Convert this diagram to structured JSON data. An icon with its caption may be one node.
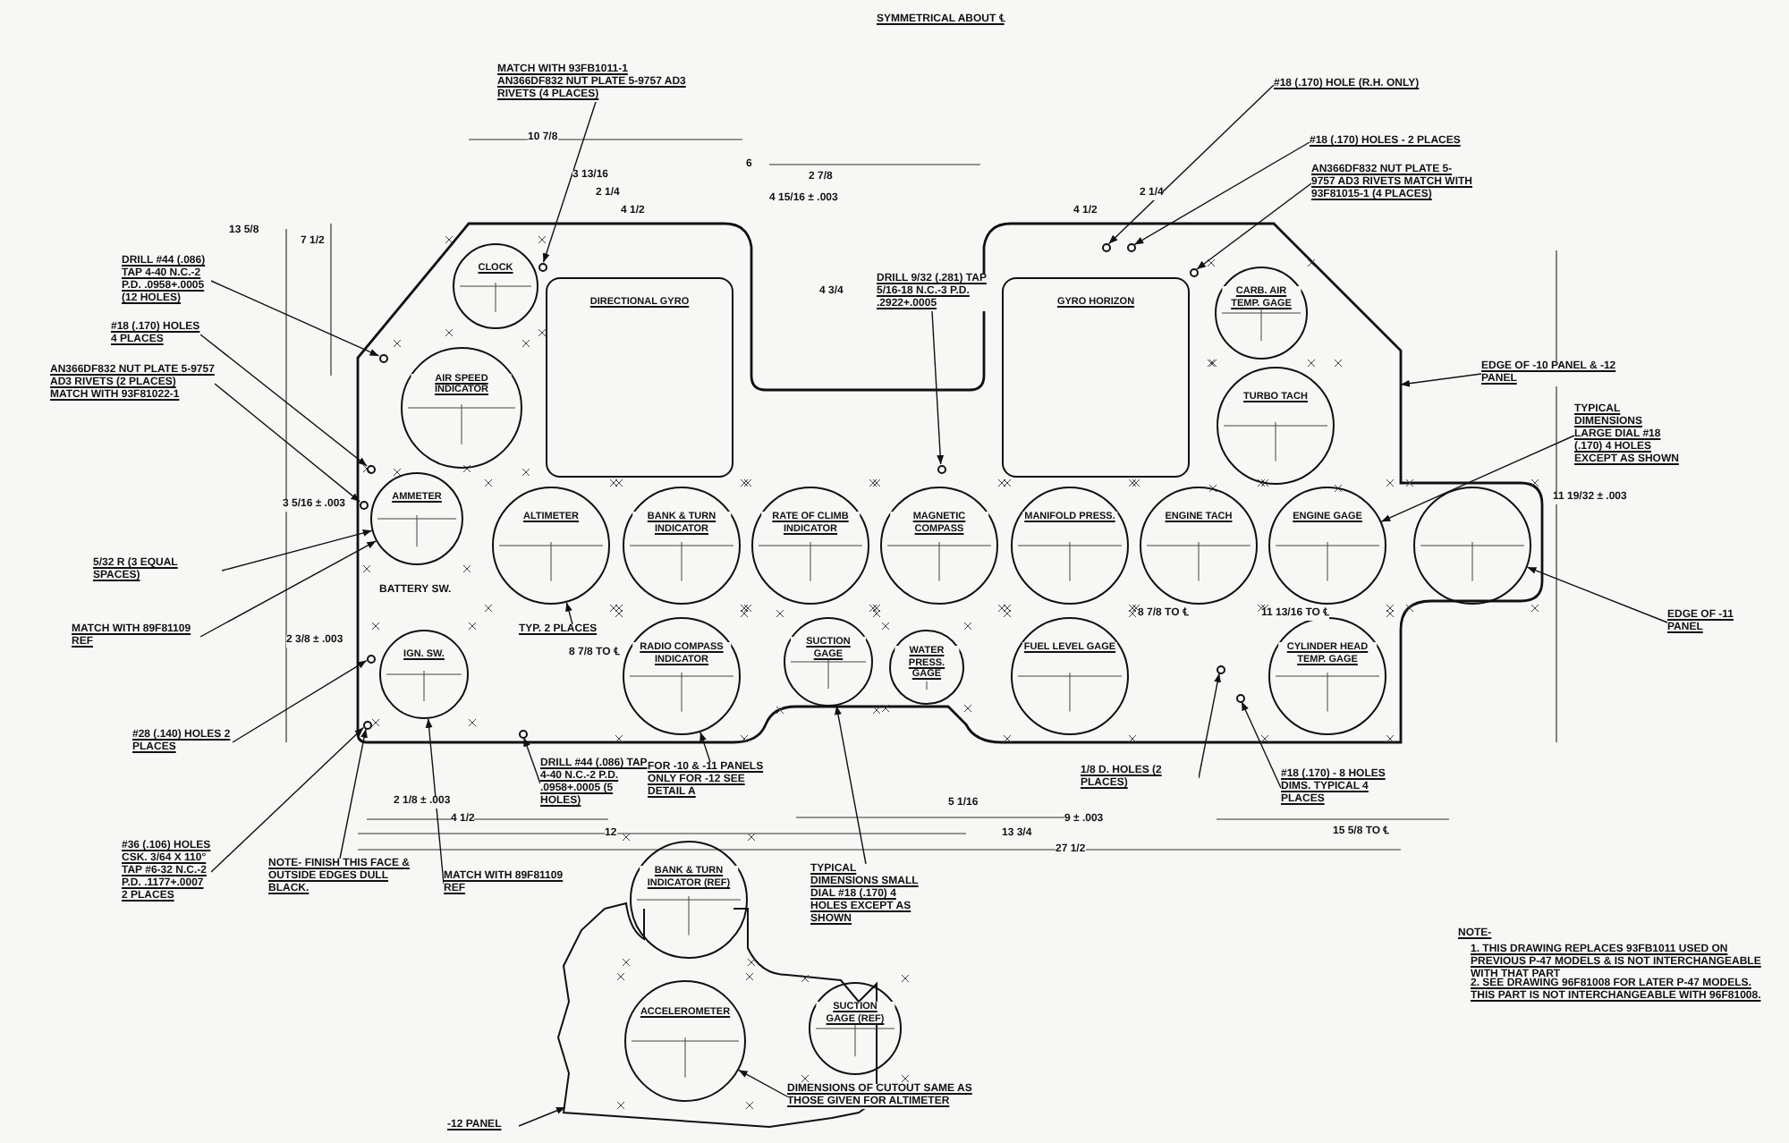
{
  "diagram": {
    "nodes": [
      {
        "text": [
          "CLOCK"
        ]
      },
      {
        "text": [
          "AIR SPEED INDICATOR"
        ]
      },
      {
        "text": [
          "DIRECTIONAL GYRO"
        ]
      },
      {
        "text": [
          "GYRO HORIZON"
        ]
      },
      {
        "text": [
          "CARB. AIR TEMP. GAGE"
        ]
      },
      {
        "text": [
          "TURBO TACH"
        ]
      },
      {
        "text": [
          "AMMETER"
        ]
      },
      {
        "text": [
          "ALTIMETER"
        ]
      },
      {
        "text": [
          "BANK & TURN INDICATOR"
        ]
      },
      {
        "text": [
          "RATE OF CLIMB INDICATOR"
        ]
      },
      {
        "text": [
          "MAGNETIC COMPASS"
        ]
      },
      {
        "text": [
          "MANIFOLD PRESS."
        ]
      },
      {
        "text": [
          "ENGINE TACH"
        ]
      },
      {
        "text": [
          "ENGINE GAGE"
        ]
      },
      {
        "text": [],
        "shape": "circle"
      },
      {
        "text": [
          "IGN. SW."
        ]
      },
      {
        "text": [
          "RADIO COMPASS INDICATOR"
        ]
      },
      {
        "text": [
          "SUCTION GAGE"
        ]
      },
      {
        "text": [
          "WATER PRESS. GAGE"
        ]
      },
      {
        "text": [
          "FUEL LEVEL GAGE"
        ]
      },
      {
        "text": [
          "CYLINDER HEAD TEMP. GAGE"
        ]
      },
      {
        "text": [
          "BANK & TURN INDICATOR (REF)"
        ]
      },
      {
        "text": [
          "ACCELEROMETER"
        ]
      },
      {
        "text": [
          "SUCTION GAGE (REF)"
        ]
      },
      {
        "text": [
          "MATCH WITH 93FB1011-1 AN366DF832 NUT PLATE 5-9757 AD3 RIVETS (4 PLACES)"
        ]
      },
      {
        "text": [
          "DRILL #44 (.086) TAP 4-40 N.C.-2 P.D. .0958+.0005 (12 HOLES)"
        ]
      },
      {
        "text": [
          "#18 (.170) HOLES 4 PLACES"
        ]
      },
      {
        "text": [
          "AN366DF832 NUT PLATE 5-9757 AD3 RIVETS (2 PLACES) MATCH WITH 93F81022-1"
        ]
      },
      {
        "text": [
          "5/32 R (3 EQUAL SPACES)"
        ]
      },
      {
        "text": [
          "MATCH WITH 89F81109 REF"
        ]
      },
      {
        "text": [
          "#28 (.140) HOLES 2 PLACES"
        ]
      },
      {
        "text": [
          "#36 (.106) HOLES CSK. 3/64 X 110° TAP #6-32 N.C.-2 P.D. .1177+.0007 2 PLACES"
        ]
      },
      {
        "text": [
          "NOTE- FINISH THIS FACE & OUTSIDE EDGES DULL BLACK."
        ]
      },
      {
        "text": [
          "MATCH WITH 89F81109 REF"
        ]
      },
      {
        "text": [
          "DRILL #44 (.086) TAP 4-40 N.C.-2 P.D. .0958+.0005 (5 HOLES)"
        ]
      },
      {
        "text": [
          "FOR -10 & -11 PANELS ONLY FOR -12 SEE DETAIL A"
        ]
      },
      {
        "text": [
          "TYPICAL DIMENSIONS SMALL DIAL #18 (.170) 4 HOLES EXCEPT AS SHOWN"
        ]
      },
      {
        "text": [
          "DIMENSIONS OF CUTOUT SAME AS THOSE GIVEN FOR ALTIMETER"
        ]
      },
      {
        "text": [
          "-12 PANEL"
        ]
      },
      {
        "text": [
          "#18 (.170) HOLE (R.H. ONLY)"
        ]
      },
      {
        "text": [
          "#18 (.170) HOLES - 2 PLACES"
        ]
      },
      {
        "text": [
          "AN366DF832 NUT PLATE 5-9757 AD3 RIVETS MATCH WITH 93F81015-1 (4 PLACES)"
        ]
      },
      {
        "text": [
          "DRILL 9/32 (.281) TAP 5/16-18 N.C.-3 P.D. .2922+.0005"
        ]
      },
      {
        "text": [
          "EDGE OF -10 PANEL & -12 PANEL"
        ]
      },
      {
        "text": [
          "TYPICAL DIMENSIONS LARGE DIAL #18 (.170) 4 HOLES EXCEPT AS SHOWN"
        ]
      },
      {
        "text": [
          "EDGE OF -11 PANEL"
        ]
      },
      {
        "text": [
          "1/8 D. HOLES (2 PLACES)"
        ]
      },
      {
        "text": [
          "#18 (.170) - 8 HOLES DIMS. TYPICAL 4 PLACES"
        ]
      },
      {
        "text": [
          "TYP. 2 PLACES"
        ]
      },
      {
        "text": [],
        "shape": "circle"
      },
      {
        "text": [],
        "shape": "circle"
      },
      {
        "text": [],
        "shape": "circle"
      },
      {
        "text": [],
        "shape": "circle"
      },
      {
        "text": [],
        "shape": "circle"
      },
      {
        "text": [],
        "shape": "circle"
      },
      {
        "text": [],
        "shape": "circle"
      },
      {
        "text": [],
        "shape": "circle"
      },
      {
        "text": [],
        "shape": "circle"
      },
      {
        "text": [],
        "shape": "circle"
      },
      {
        "text": [],
        "shape": "circle"
      },
      {
        "text": [],
        "shape": "circle"
      },
      {
        "text": [],
        "shape": "circle"
      }
    ],
    "edges": [
      {
        "from": 24,
        "to": 49,
        "arrow": "to"
      },
      {
        "from": 25,
        "to": 50,
        "arrow": "to"
      },
      {
        "from": 26,
        "to": 51,
        "arrow": "to"
      },
      {
        "from": 27,
        "to": 52,
        "arrow": "to"
      },
      {
        "from": 28,
        "to": 6,
        "arrow": "to"
      },
      {
        "from": 29,
        "to": 6,
        "arrow": "to"
      },
      {
        "from": 30,
        "to": 53,
        "arrow": "to"
      },
      {
        "from": 31,
        "to": 54,
        "arrow": "to"
      },
      {
        "from": 32,
        "to": 54,
        "arrow": "to"
      },
      {
        "from": 33,
        "to": 15,
        "arrow": "to"
      },
      {
        "from": 34,
        "to": 55,
        "arrow": "to"
      },
      {
        "from": 35,
        "to": 16,
        "arrow": "to"
      },
      {
        "from": 36,
        "to": 17,
        "arrow": "to"
      },
      {
        "from": 37,
        "to": 22,
        "arrow": "to"
      },
      {
        "from": 38,
        "to": null,
        "arrow": "to"
      },
      {
        "from": 39,
        "to": 56,
        "arrow": "to"
      },
      {
        "from": 40,
        "to": 57,
        "arrow": "to"
      },
      {
        "from": 41,
        "to": 58,
        "arrow": "to"
      },
      {
        "from": 42,
        "to": 59,
        "arrow": "to"
      },
      {
        "from": 43,
        "to": null,
        "arrow": "to"
      },
      {
        "from": 44,
        "to": 13,
        "arrow": "to"
      },
      {
        "from": 45,
        "to": 14,
        "arrow": "to"
      },
      {
        "from": 46,
        "to": 60,
        "arrow": "to"
      },
      {
        "from": 47,
        "to": 61,
        "arrow": "to"
      },
      {
        "from": 48,
        "to": 7,
        "arrow": "to"
      }
    ],
    "labels": [
      "SYMMETRICAL ABOUT ℄",
      "10 7/8",
      "6",
      "3 13/16",
      "2 1/4",
      "4 1/2",
      "2 7/8",
      "4 15/16 ± .003",
      "2 1/4",
      "4 1/2",
      "13 5/8",
      "7 1/2",
      "4 3/4",
      "BATTERY SW.",
      "3 5/16 ± .003",
      "2 3/8 ± .003",
      "8 7/8 TO ℄",
      "8 7/8 TO ℄",
      "11 13/16 TO ℄",
      "11 19/32 ± .003",
      "2 1/8 ± .003",
      "4 1/2",
      "9 ± .003",
      "5 1/16",
      "12",
      "13 3/4",
      "27 1/2",
      "15 5/8 TO ℄",
      "NOTE-",
      "1. THIS DRAWING REPLACES 93FB1011 USED ON PREVIOUS P-47 MODELS & IS NOT INTERCHANGEABLE WITH THAT PART",
      "2. SEE DRAWING 96F81008 FOR LATER P-47 MODELS. THIS PART IS NOT INTERCHANGEABLE WITH 96F81008."
    ]
  }
}
